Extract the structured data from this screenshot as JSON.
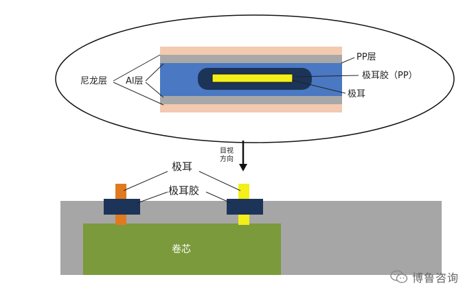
{
  "labels": {
    "nylon": "尼龙层",
    "al": "Al层",
    "pp_layer": "PP层",
    "tab_glue_pp": "极耳胶（PP）",
    "tab_top": "极耳",
    "view_direction_line1": "目视",
    "view_direction_line2": "方向",
    "tab_main": "极耳",
    "tab_glue_main": "极耳胶",
    "core": "卷芯"
  },
  "watermark": {
    "text": "博鲁咨询",
    "icon": "wechat-icon"
  },
  "colors": {
    "nylon_layer": "#f3c9b0",
    "al_layer": "#a8a8a8",
    "pp_layer": "#4a78c2",
    "tab_glue": "#1c3458",
    "tab_yellow": "#f2ef1a",
    "tab_orange": "#e07a20",
    "pouch_gray": "#a6a6a6",
    "core_green": "#7a9a3c"
  }
}
